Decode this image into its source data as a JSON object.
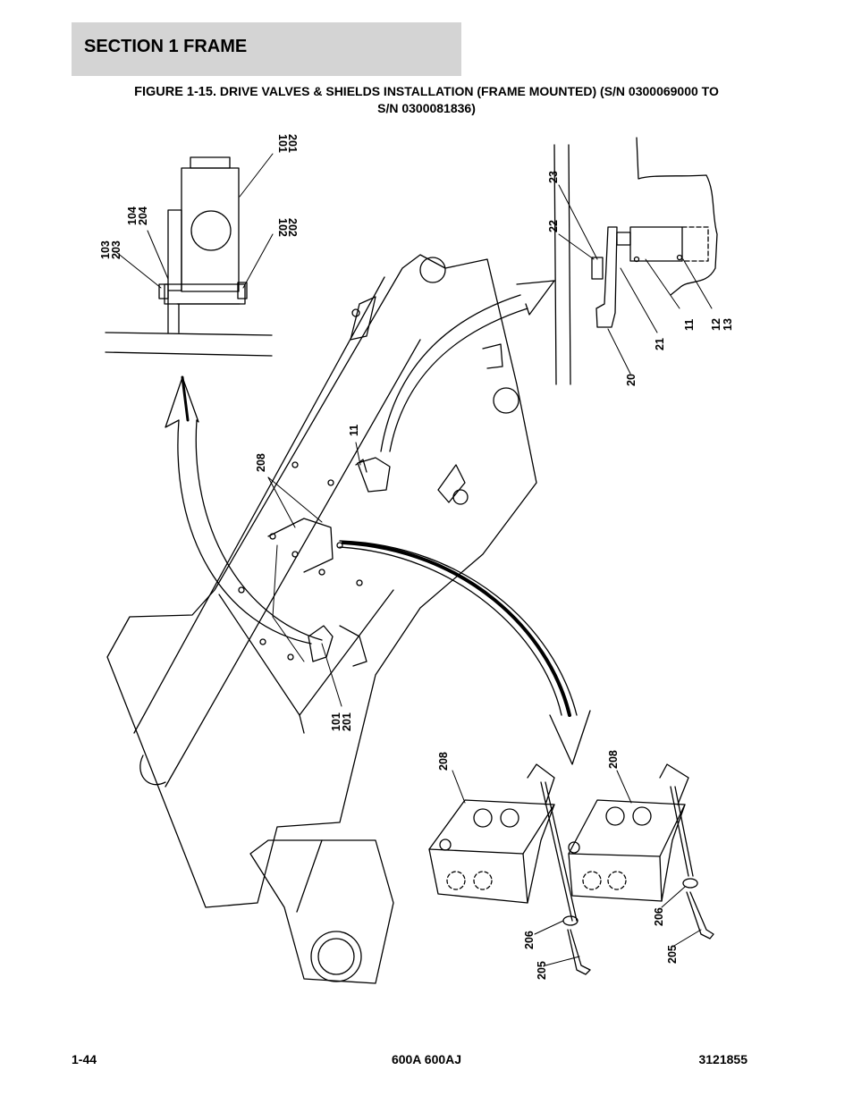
{
  "header": {
    "section_title": "SECTION 1  FRAME"
  },
  "figure": {
    "number": "FIGURE 1-15.",
    "title_line1": "DRIVE VALVES & SHIELDS INSTALLATION (FRAME MOUNTED) (S/N 0300069000 TO",
    "title_line2": "S/N 0300081836)"
  },
  "callouts": {
    "c101_201_top": [
      "101",
      "201"
    ],
    "c104_204": [
      "104",
      "204"
    ],
    "c103_203": [
      "103",
      "203"
    ],
    "c102_202": [
      "102",
      "202"
    ],
    "c23": "23",
    "c22": "22",
    "c21": "21",
    "c20": "20",
    "c11_detail": "11",
    "c12_13": [
      "12",
      "13"
    ],
    "c11_main": "11",
    "c208_main": "208",
    "c101_201_main": [
      "101",
      "201"
    ],
    "c208_left": "208",
    "c208_right": "208",
    "c206_left": "206",
    "c205_left": "205",
    "c206_right": "206",
    "c205_right": "205"
  },
  "footer": {
    "page": "1-44",
    "model": "600A 600AJ",
    "doc_number": "3121855"
  }
}
